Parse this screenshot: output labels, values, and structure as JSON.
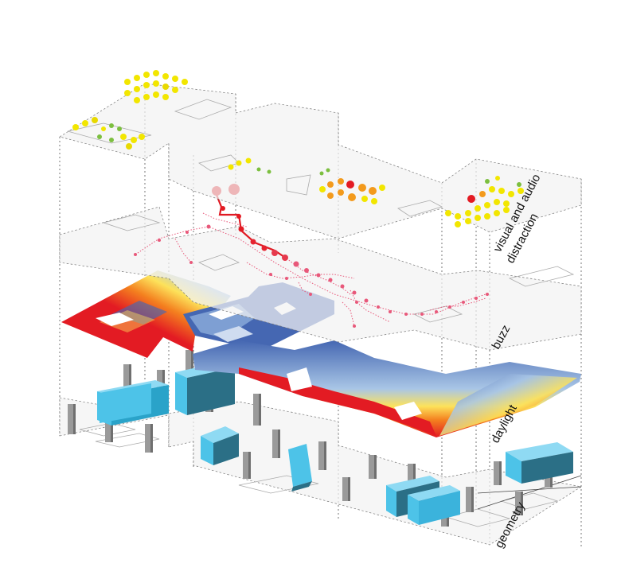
{
  "layers": [
    {
      "id": "visual-audio",
      "label_lines": [
        "visual and audio",
        "distraction"
      ]
    },
    {
      "id": "buzz",
      "label_lines": [
        "buzz"
      ]
    },
    {
      "id": "daylight",
      "label_lines": [
        "daylight"
      ]
    },
    {
      "id": "geometry",
      "label_lines": [
        "geometry"
      ]
    }
  ],
  "colors": {
    "heat_red": "#e31b23",
    "heat_orange": "#f4801f",
    "heat_yellow": "#fde25a",
    "heat_lightblue": "#a9c6e6",
    "heat_blue": "#4567b2",
    "furniture_cyan": "#4dc3e8",
    "column_grey": "#9a9a9a",
    "marker_yellow": "#f2e600",
    "marker_green": "#7cbf3f",
    "marker_orange": "#f39a1c",
    "marker_red": "#e31b23"
  }
}
